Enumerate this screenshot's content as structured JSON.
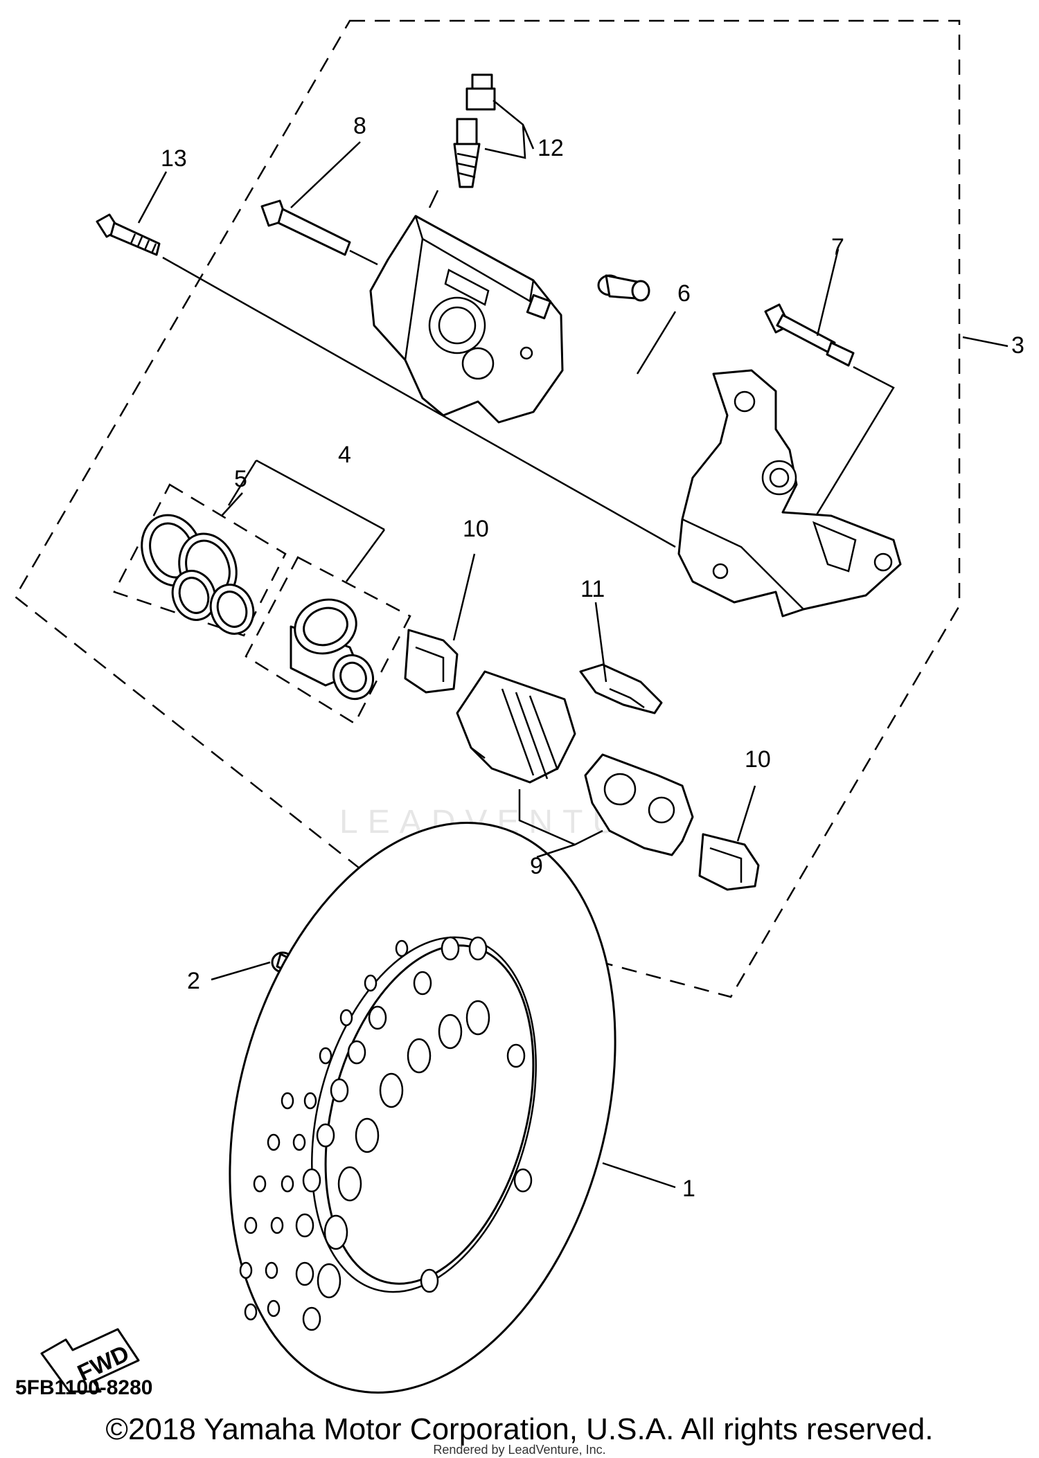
{
  "diagram": {
    "callouts": {
      "c1": "1",
      "c2": "2",
      "c3": "3",
      "c4": "4",
      "c5": "5",
      "c6": "6",
      "c7": "7",
      "c8": "8",
      "c9": "9",
      "c10a": "10",
      "c10b": "10",
      "c11": "11",
      "c12": "12",
      "c13": "13"
    },
    "fwd_label": "FWD",
    "diagram_code": "5FB1100-8280",
    "watermark": "LEADVENTURE",
    "copyright": "©2018 Yamaha Motor Corporation, U.S.A. All rights reserved.",
    "rendered_by": "Rendered by LeadVenture, Inc."
  }
}
